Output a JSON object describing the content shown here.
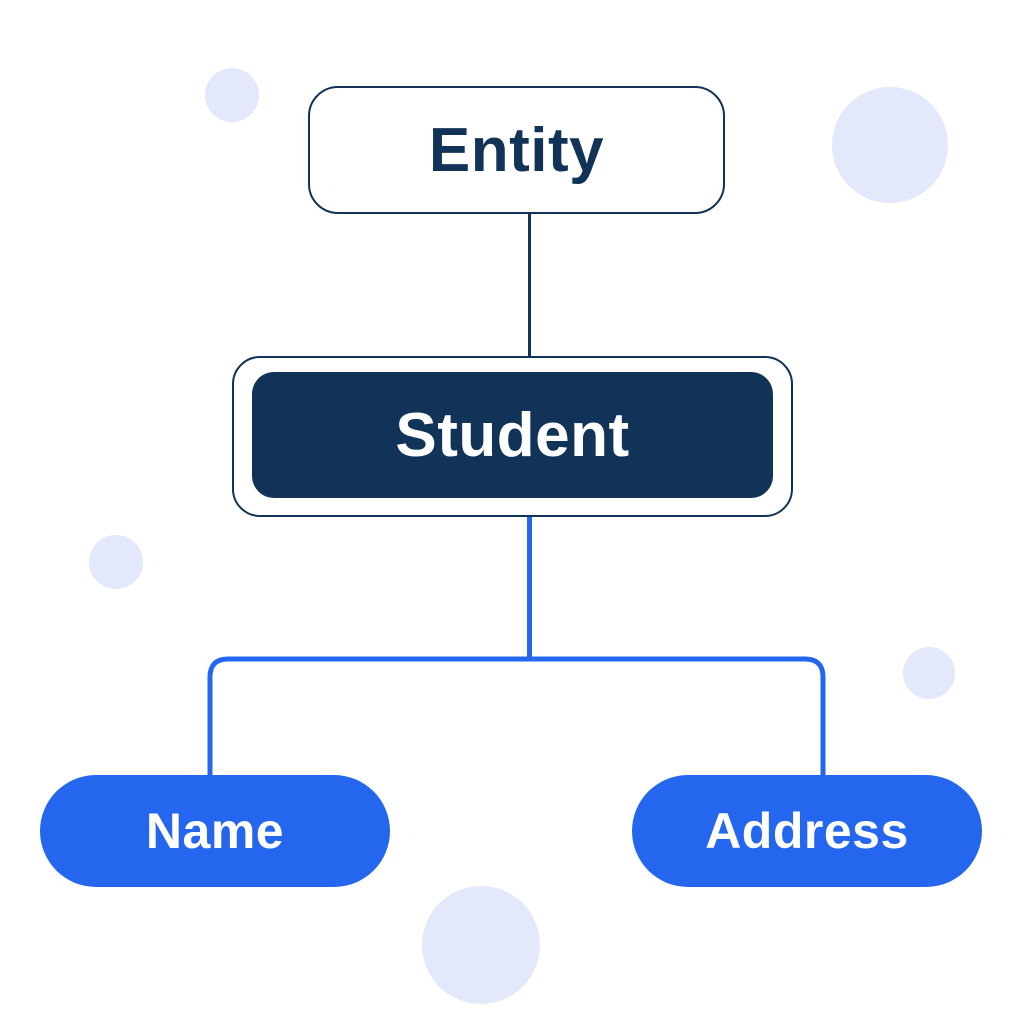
{
  "diagram": {
    "type": "entity-attribute-tree",
    "nodes": {
      "entity": {
        "label": "Entity",
        "role": "root concept"
      },
      "student": {
        "label": "Student",
        "role": "entity instance"
      },
      "name": {
        "label": "Name",
        "role": "attribute"
      },
      "address": {
        "label": "Address",
        "role": "attribute"
      }
    },
    "edges": [
      {
        "from": "entity",
        "to": "student",
        "color_name": "navy"
      },
      {
        "from": "student",
        "to": "name",
        "color_name": "blue"
      },
      {
        "from": "student",
        "to": "address",
        "color_name": "blue"
      }
    ],
    "colors": {
      "navy": "#113358",
      "blue": "#2467EE",
      "lavender": "#E3E8FB",
      "white": "#FFFFFF"
    },
    "decorations": {
      "circle_count": 5,
      "description": "light lavender circles"
    }
  }
}
